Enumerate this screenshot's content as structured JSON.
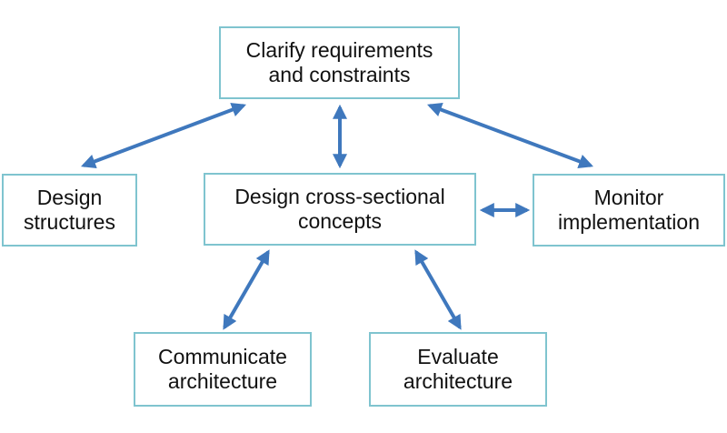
{
  "colors": {
    "arrow": "#3f78bd",
    "node_border": "#7fc4cf",
    "text": "#111111"
  },
  "nodes": {
    "clarify": {
      "line1": "Clarify requirements",
      "line2": "and constraints"
    },
    "design_structures": {
      "line1": "Design",
      "line2": "structures"
    },
    "cross_sectional": {
      "line1": "Design cross-sectional",
      "line2": "concepts"
    },
    "monitor": {
      "line1": "Monitor",
      "line2": "implementation"
    },
    "communicate": {
      "line1": "Communicate",
      "line2": "architecture"
    },
    "evaluate": {
      "line1": "Evaluate",
      "line2": "architecture"
    }
  },
  "edges": [
    {
      "from": "clarify",
      "to": "design_structures",
      "direction": "both"
    },
    {
      "from": "clarify",
      "to": "cross_sectional",
      "direction": "both"
    },
    {
      "from": "clarify",
      "to": "monitor",
      "direction": "both"
    },
    {
      "from": "cross_sectional",
      "to": "monitor",
      "direction": "both"
    },
    {
      "from": "cross_sectional",
      "to": "communicate",
      "direction": "both"
    },
    {
      "from": "cross_sectional",
      "to": "evaluate",
      "direction": "both"
    }
  ]
}
